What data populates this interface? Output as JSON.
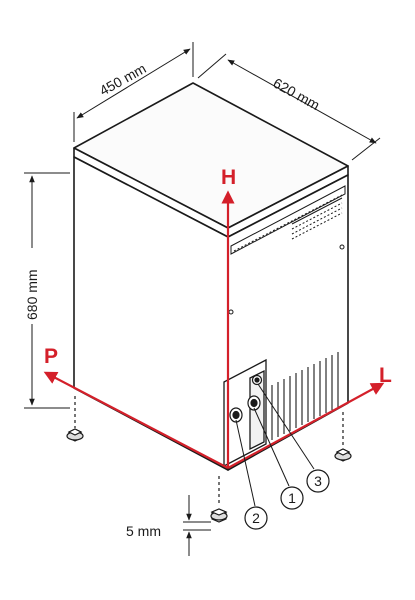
{
  "dimensions": {
    "width": "450 mm",
    "depth": "620 mm",
    "height": "680 mm",
    "foot_adjust": "5 mm"
  },
  "axes": {
    "height": "H",
    "length": "L",
    "depth": "P"
  },
  "callouts": [
    "1",
    "2",
    "3"
  ],
  "colors": {
    "axis": "#d4202a",
    "line": "#1a1a1a",
    "body": "#ffffff"
  }
}
